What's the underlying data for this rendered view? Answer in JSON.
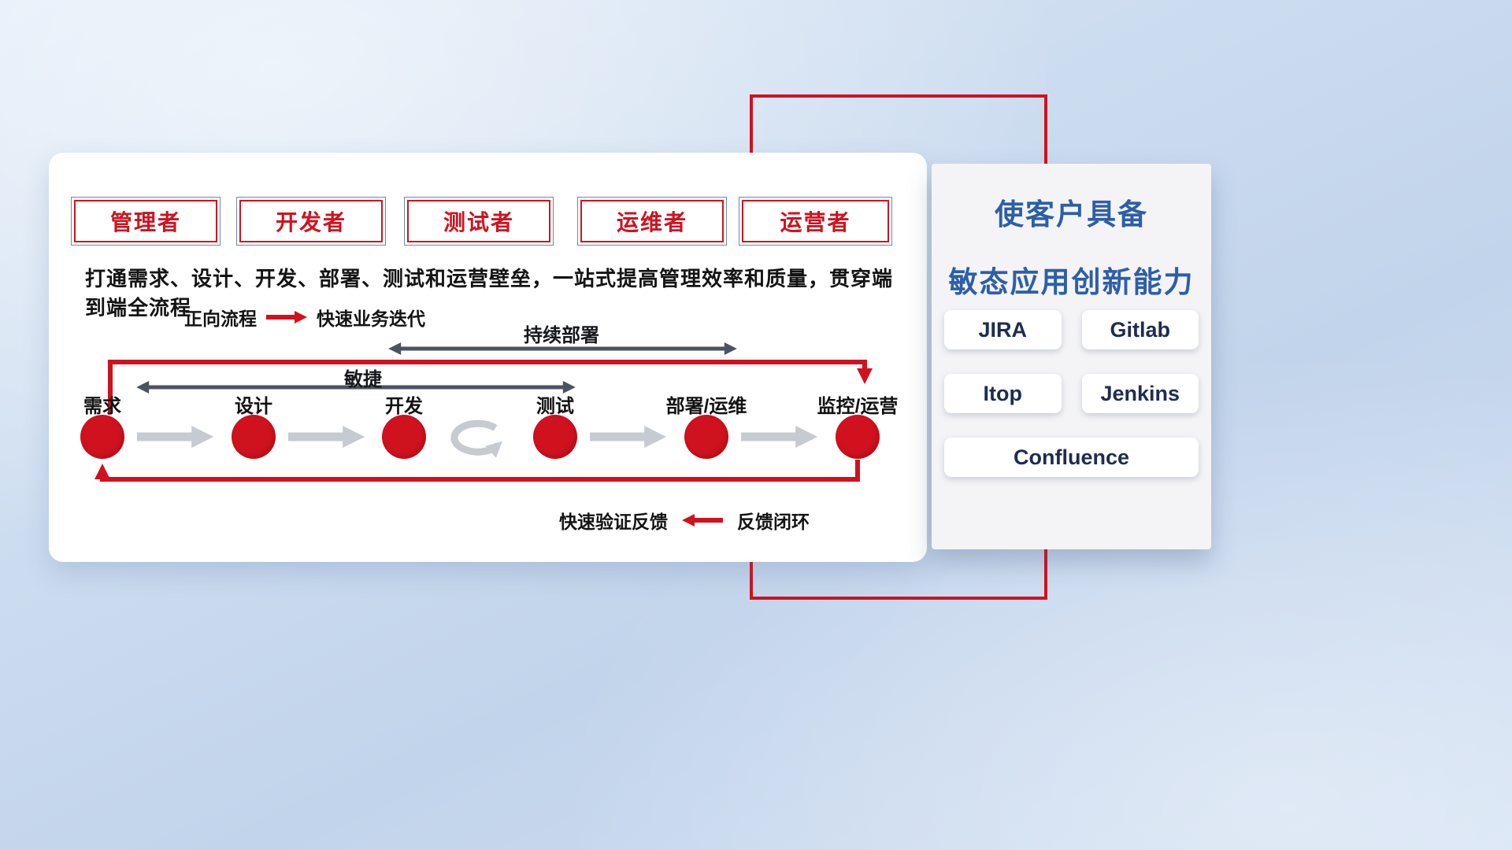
{
  "roles": [
    {
      "label": "管理者"
    },
    {
      "label": "开发者"
    },
    {
      "label": "测试者"
    },
    {
      "label": "运维者"
    },
    {
      "label": "运营者"
    }
  ],
  "subtitle": "打通需求、设计、开发、部署、测试和运营壁垒，一站式提高管理效率和质量，贯穿端到端全流程",
  "legend_forward": {
    "label": "正向流程",
    "desc": "快速业务迭代"
  },
  "flow": {
    "stages": [
      {
        "label": "需求"
      },
      {
        "label": "设计"
      },
      {
        "label": "开发"
      },
      {
        "label": "测试"
      },
      {
        "label": "部署/运维"
      },
      {
        "label": "监控/运营"
      }
    ],
    "span_agile": "敏捷",
    "span_cd": "持续部署"
  },
  "legend_feedback": {
    "desc": "快速验证反馈",
    "label": "反馈闭环"
  },
  "panel": {
    "title_line1": "使客户具备",
    "title_line2": "敏态应用创新能力",
    "tools": [
      {
        "name": "JIRA"
      },
      {
        "name": "Gitlab"
      },
      {
        "name": "Itop"
      },
      {
        "name": "Jenkins"
      },
      {
        "name": "Confluence"
      }
    ]
  },
  "colors": {
    "accent_red": "#d0121f",
    "title_blue": "#2d5fa7",
    "tool_navy": "#1e2c4f",
    "arrow_gray": "#c6cbd1",
    "arrow_dark": "#4a5360"
  }
}
